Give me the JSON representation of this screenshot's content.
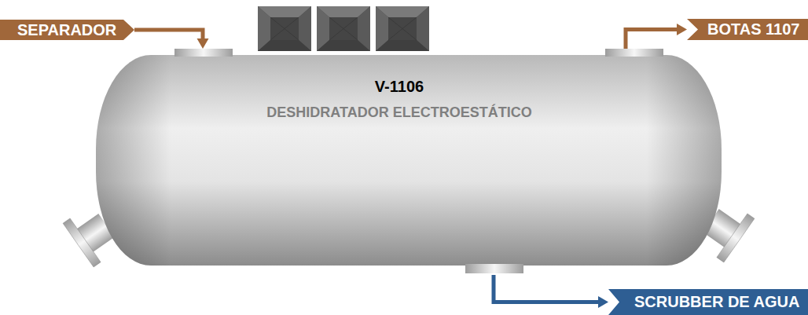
{
  "diagram": {
    "nodes": [
      {
        "text": [
          "SEPARADOR"
        ]
      },
      {
        "text": [
          "V-1106",
          "DESHIDRATADOR ELECTROESTÁTICO"
        ]
      },
      {
        "text": [
          "BOTAS 1107"
        ]
      },
      {
        "text": [
          "SCRUBBER DE AGUA"
        ]
      }
    ],
    "edges": [
      {
        "from": 0,
        "to": 1,
        "arrow": "to"
      },
      {
        "from": 1,
        "to": 2,
        "arrow": "to"
      },
      {
        "from": 1,
        "to": 3,
        "arrow": "to"
      }
    ]
  }
}
